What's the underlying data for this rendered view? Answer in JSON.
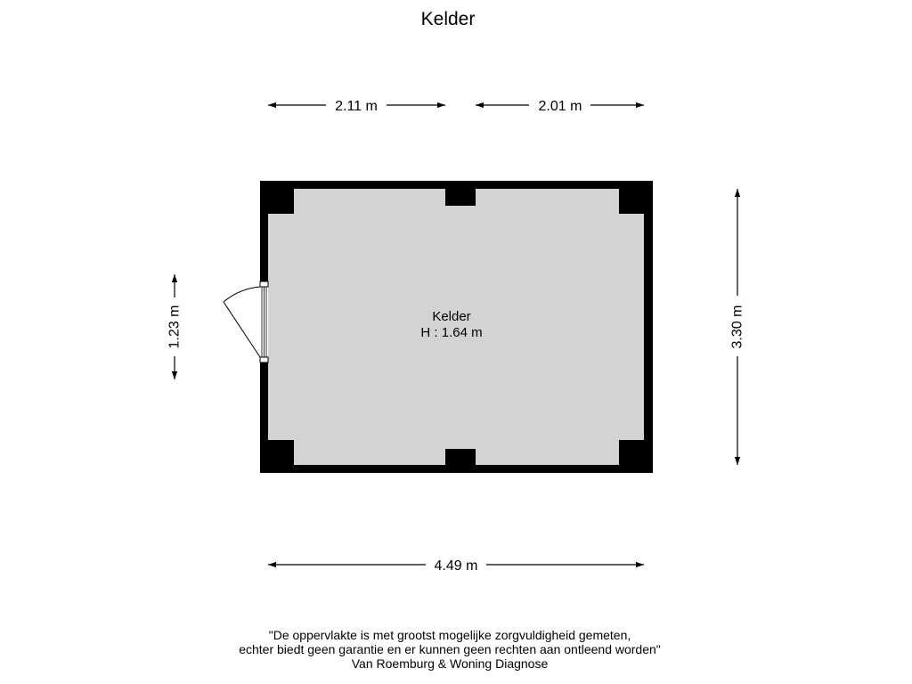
{
  "title": "Kelder",
  "room": {
    "name": "Kelder",
    "height_label": "H : 1.64 m"
  },
  "dimensions": {
    "top_left": "2.11 m",
    "top_right": "2.01 m",
    "bottom": "4.49 m",
    "right": "3.30 m",
    "left_door": "1.23 m"
  },
  "disclaimer": {
    "line1": "\"De oppervlakte is met grootst mogelijke zorgvuldigheid gemeten,",
    "line2": "echter biedt geen garantie en er kunnen geen rechten aan ontleend worden\"",
    "line3": "Van Roemburg & Woning Diagnose"
  },
  "colors": {
    "wall": "#000000",
    "floor": "#d3d3d3",
    "background": "#ffffff"
  }
}
